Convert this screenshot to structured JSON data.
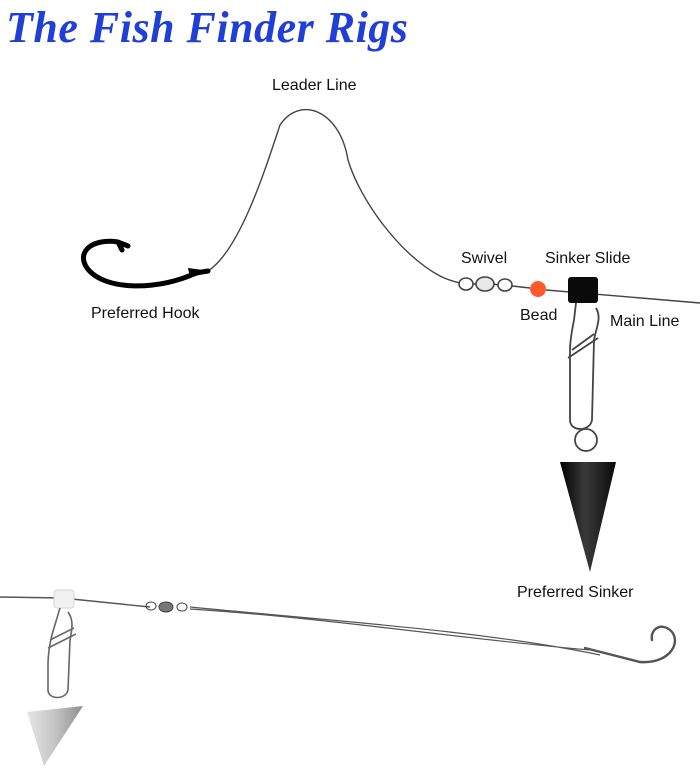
{
  "title": "The Fish Finder Rigs",
  "labels": {
    "leader_line": "Leader Line",
    "swivel": "Swivel",
    "sinker_slide": "Sinker Slide",
    "preferred_hook": "Preferred Hook",
    "bead": "Bead",
    "main_line": "Main Line",
    "preferred_sinker": "Preferred Sinker"
  },
  "colors": {
    "title": "#1f3fd6",
    "bead": "#ff5a2e",
    "line": "#444444",
    "sinker": "#1a1a1a",
    "lead_sinker": "#bdbdbd"
  }
}
